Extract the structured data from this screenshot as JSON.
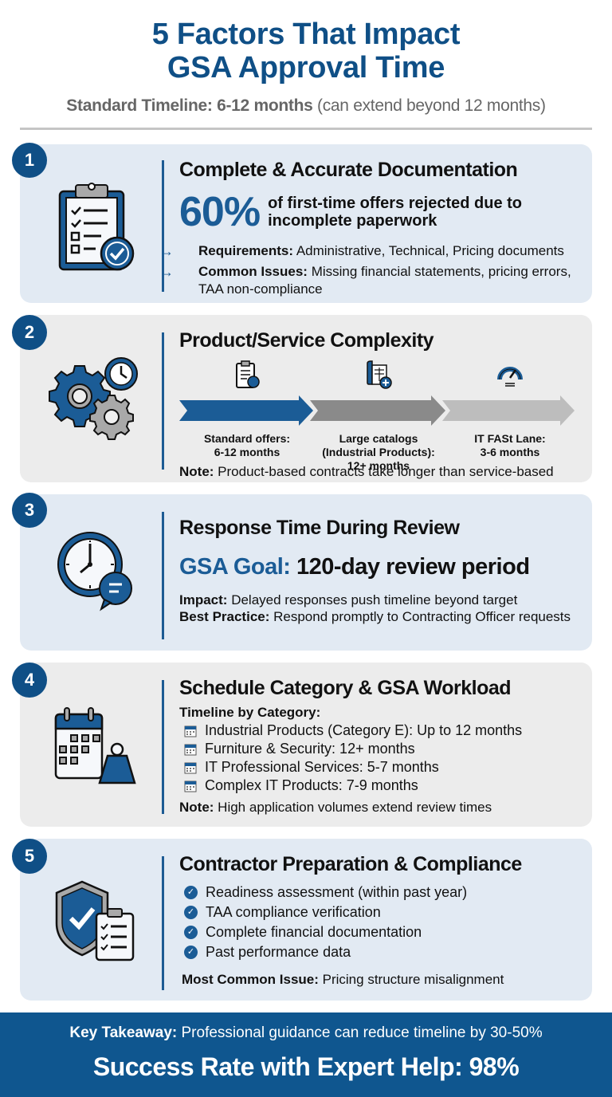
{
  "header": {
    "title_line1": "5 Factors That Impact",
    "title_line2": "GSA Approval Time",
    "subtitle_bold": "Standard Timeline: 6-12 months",
    "subtitle_rest": " (can extend beyond 12 months)"
  },
  "colors": {
    "primary": "#0f4f86",
    "accent": "#1b5c96",
    "card_blue": "#e2eaf3",
    "card_gray": "#ececec",
    "footer": "#0f568f"
  },
  "factors": [
    {
      "number": "1",
      "icon": "clipboard-checklist-icon",
      "title": "Complete & Accurate Documentation",
      "stat": "60%",
      "stat_text_line1": "of first-time offers rejected due to",
      "stat_text_line2": "incomplete paperwork",
      "bullets": [
        {
          "label": "Requirements:",
          "text": " Administrative, Technical, Pricing documents"
        },
        {
          "label": "Common Issues:",
          "text": " Missing financial statements, pricing errors, TAA non-compliance"
        }
      ]
    },
    {
      "number": "2",
      "icon": "gears-clock-icon",
      "title": "Product/Service Complexity",
      "timeline": [
        {
          "icon": "clipboard-icon",
          "label_line1": "Standard offers:",
          "label_line2": "6-12 months",
          "label_line3": "",
          "color": "#1b5c96"
        },
        {
          "icon": "catalog-icon",
          "label_line1": "Large catalogs",
          "label_line2": "(Industrial Products):",
          "label_line3": "12+ months",
          "color": "#8a8a8a"
        },
        {
          "icon": "speedometer-icon",
          "label_line1": "IT FASt Lane:",
          "label_line2": "3-6 months",
          "label_line3": "",
          "color": "#bdbdbd"
        }
      ],
      "note_label": "Note:",
      "note_text": " Product-based contracts take longer than service-based"
    },
    {
      "number": "3",
      "icon": "clock-chat-icon",
      "title": "Response Time During Review",
      "goal_label": "GSA Goal:",
      "goal_text": " 120-day review period",
      "impact_label": "Impact:",
      "impact_text": " Delayed responses push timeline beyond target",
      "practice_label": "Best Practice:",
      "practice_text": " Respond promptly to Contracting Officer requests"
    },
    {
      "number": "4",
      "icon": "calendar-weight-icon",
      "title": "Schedule Category & GSA Workload",
      "subheading": "Timeline by Category:",
      "categories": [
        "Industrial Products (Category E): Up to 12 months",
        "Furniture & Security: 12+ months",
        "IT Professional Services: 5-7 months",
        "Complex IT Products: 7-9 months"
      ],
      "note_label": "Note:",
      "note_text": " High application volumes extend review times"
    },
    {
      "number": "5",
      "icon": "shield-checklist-icon",
      "title": "Contractor Preparation & Compliance",
      "checklist": [
        "Readiness assessment (within past year)",
        "TAA compliance verification",
        "Complete financial documentation",
        "Past performance data"
      ],
      "issue_label": "Most Common Issue:",
      "issue_text": " Pricing structure misalignment"
    }
  ],
  "footer": {
    "takeaway_label": "Key Takeaway:",
    "takeaway_text": " Professional guidance can reduce timeline by 30-50%",
    "success_rate": "Success Rate with Expert Help: 98%"
  }
}
